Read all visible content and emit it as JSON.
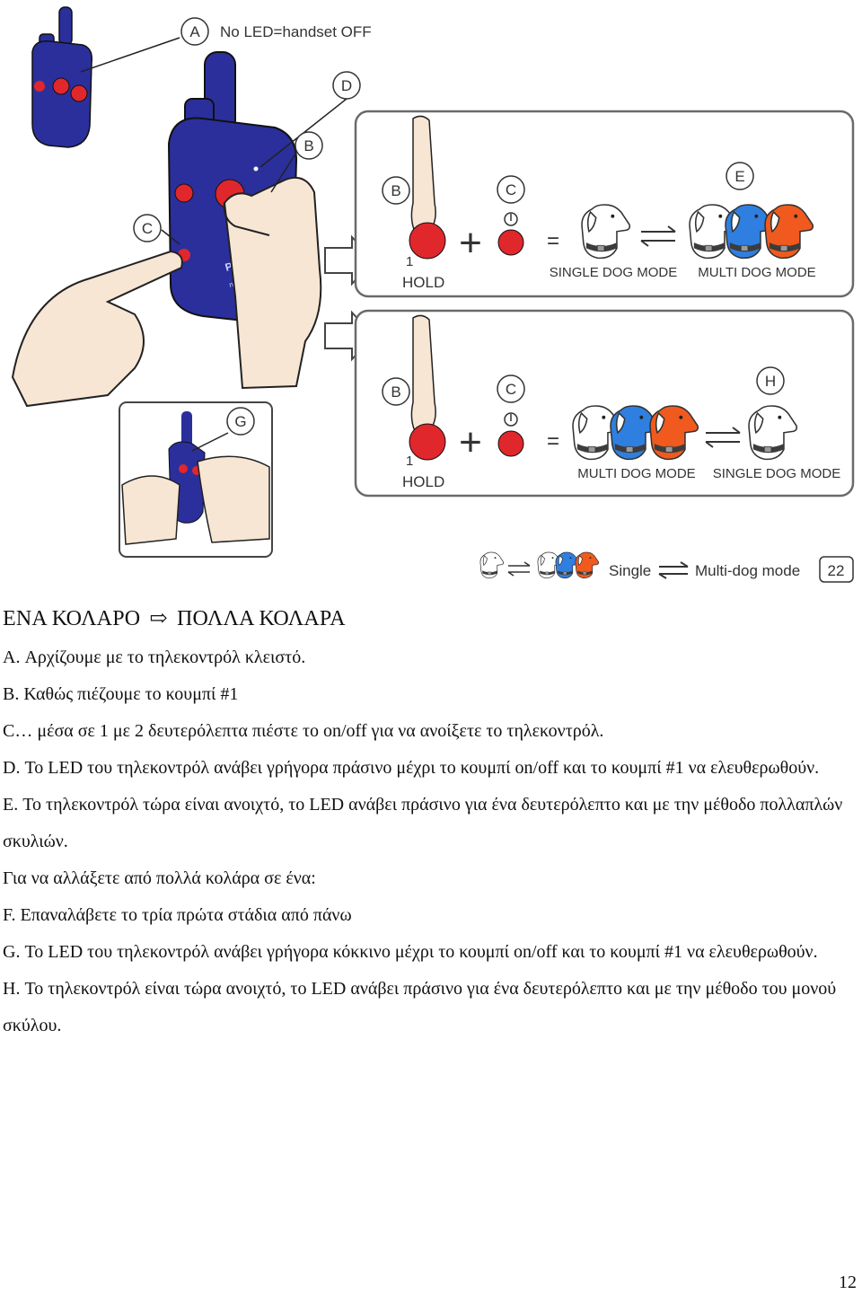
{
  "figure": {
    "callout_a": {
      "letter": "A",
      "text": "No LED=handset OFF"
    },
    "callout_b": "B",
    "callout_c": "C",
    "callout_d": "D",
    "callout_e": "E",
    "callout_g": "G",
    "callout_h": "H",
    "panel_top": {
      "button_number": "1",
      "hold_label": "HOLD",
      "plus": "+",
      "equals": "=",
      "left_mode": "SINGLE DOG MODE",
      "right_mode": "MULTI DOG MODE"
    },
    "panel_bottom": {
      "button_number": "1",
      "hold_label": "HOLD",
      "plus": "+",
      "equals": "=",
      "left_mode": "MULTI DOG MODE",
      "right_mode": "SINGLE DOG MODE"
    },
    "remote_brand": "PAC",
    "remote_model": "nDXT",
    "legend": {
      "single": "Single",
      "multi": "Multi-dog mode",
      "page_ref": "22"
    }
  },
  "heading": {
    "left": "ΕΝΑ ΚΟΛΑΡΟ",
    "arrow": "⇨",
    "right": "ΠΟΛΛΑ ΚΟΛΑΡΑ"
  },
  "paragraphs": [
    "A. Αρχίζουμε με το τηλεκοντρόλ κλειστό.",
    "B. Καθώς πιέζουμε το κουμπί #1",
    "C… μέσα σε 1 με 2 δευτερόλεπτα πιέστε το on/off για να ανοίξετε το τηλεκοντρόλ.",
    "D. Το LED του τηλεκοντρόλ ανάβει γρήγορα πράσινο μέχρι το κουμπί on/off και το κουμπί #1 να ελευθερωθούν.",
    "E. Το τηλεκοντρόλ τώρα είναι ανοιχτό, το LED ανάβει πράσινο για ένα δευτερόλεπτο και με την μέθοδο πολλαπλών σκυλιών.",
    "Για να αλλάξετε από πολλά κολάρα σε ένα:",
    "F. Επαναλάβετε το τρία πρώτα στάδια από πάνω",
    "G. Το LED του τηλεκοντρόλ ανάβει γρήγορα κόκκινο μέχρι το κουμπί on/off και το κουμπί #1 να ελευθερωθούν.",
    "H. Το τηλεκοντρόλ είναι τώρα ανοιχτό, το LED ανάβει πράσινο για ένα δευτερόλεπτο και με την μέθοδο του μονού σκύλου."
  ],
  "page_number": "12",
  "colors": {
    "remote_blue": "#2b2f9c",
    "button_red": "#e0272b",
    "panel_border": "#6a6a6a",
    "collar_blue": "#2f7fe0",
    "collar_orange": "#f05a1e"
  }
}
